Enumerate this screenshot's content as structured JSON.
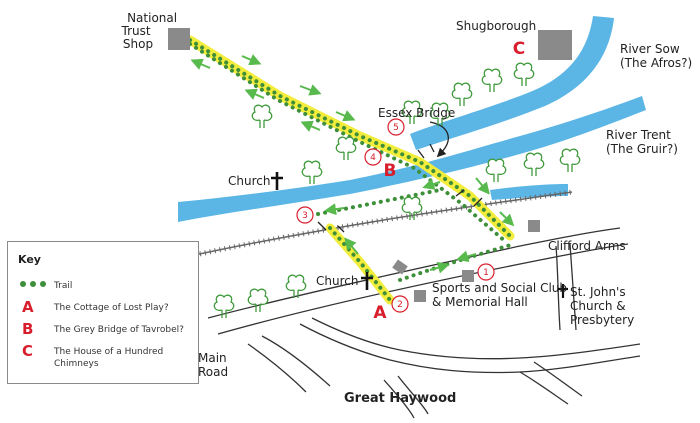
{
  "labels": {
    "national_trust_shop": [
      "National",
      "Trust",
      "Shop"
    ],
    "shugborough": "Shugborough",
    "river_sow": [
      "River Sow",
      "(The Afros?)"
    ],
    "river_trent": [
      "River Trent",
      "(The Gruir?)"
    ],
    "essex_bridge": "Essex Bridge",
    "church_north": "Church",
    "church_south": "Church",
    "clifford_arms": "Clifford Arms",
    "sports_club": [
      "Sports and Social Club",
      "& Memorial Hall"
    ],
    "st_johns": [
      "St. John's",
      "Church &",
      "Presbytery"
    ],
    "main_road": [
      "Main",
      "Road"
    ],
    "great_haywood": "Great Haywood"
  },
  "markers": {
    "letters": [
      "A",
      "B",
      "C"
    ],
    "numbers": [
      "1",
      "2",
      "3",
      "4",
      "5"
    ]
  },
  "key": {
    "title": "Key",
    "items": [
      {
        "symbol": "",
        "label": "Trail"
      },
      {
        "symbol": "A",
        "label": "The Cottage of Lost Play?"
      },
      {
        "symbol": "B",
        "label": "The Grey Bridge of Tavrobel?"
      },
      {
        "symbol": "C",
        "label": "The House of a Hundred Chimneys"
      }
    ]
  },
  "colors": {
    "river": "#5bb6e6",
    "trail_highlight": "#f2ec3b",
    "trail_dots": "#3e8f3a",
    "arrows": "#58b94c",
    "marker_red": "#d81e2c",
    "building_grey": "#8a8a8a",
    "tree_outline": "#3f9a3b"
  },
  "icons": [
    "cross-icon",
    "tree-icon",
    "building-icon",
    "arrow-icon",
    "railway-icon"
  ]
}
